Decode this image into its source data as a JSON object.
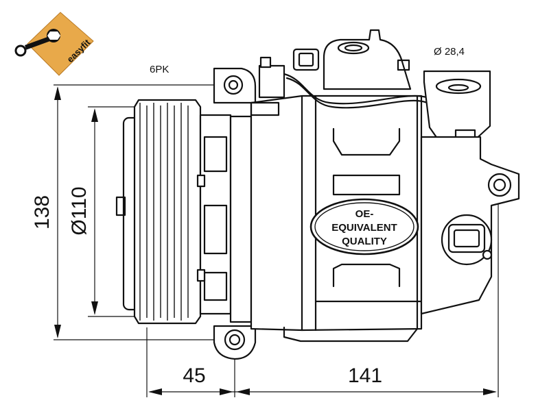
{
  "logo": {
    "text": "easyfit",
    "colors": {
      "badge": "#e8a94a",
      "wrench": "#111111"
    },
    "icon": "wrench-icon"
  },
  "dimensions": {
    "belt_profile": "6PK",
    "port_diameter": "Ø 28,4",
    "height": "138",
    "pulley_diameter": "Ø110",
    "pulley_offset": "45",
    "body_length": "141"
  },
  "stamp": {
    "line1": "OE-",
    "line2": "EQUIVALENT",
    "line3": "QUALITY"
  }
}
